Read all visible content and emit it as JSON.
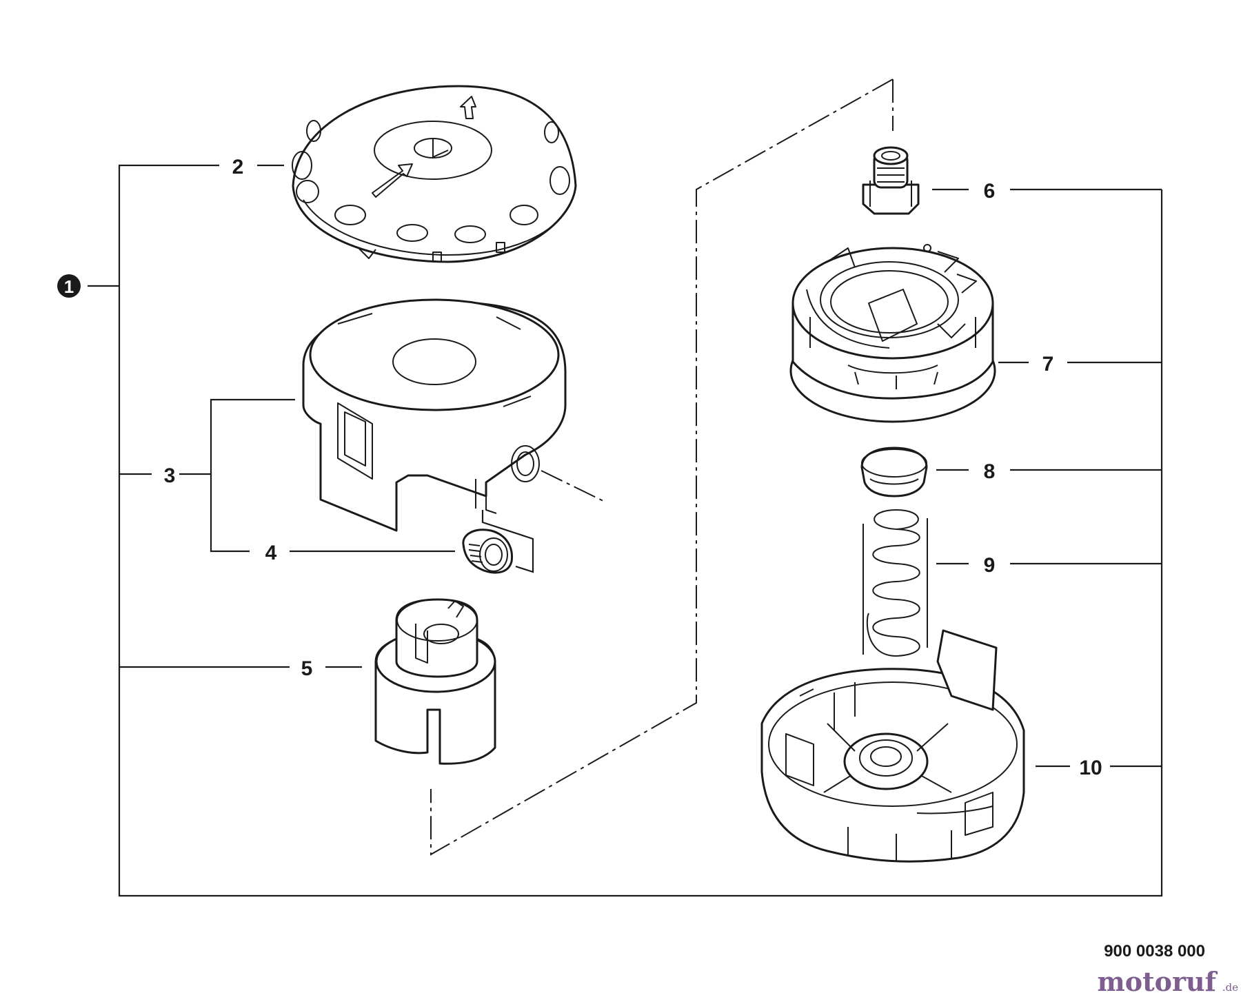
{
  "diagram": {
    "assembly_label": "1",
    "callouts": {
      "c2": "2",
      "c3": "3",
      "c4": "4",
      "c5": "5",
      "c6": "6",
      "c7": "7",
      "c8": "8",
      "c9": "9",
      "c10": "10"
    },
    "part_number": "900 0038 000"
  },
  "watermark": {
    "brand": "motoruf",
    "suffix": ".de",
    "color": "#7d5e8e"
  }
}
